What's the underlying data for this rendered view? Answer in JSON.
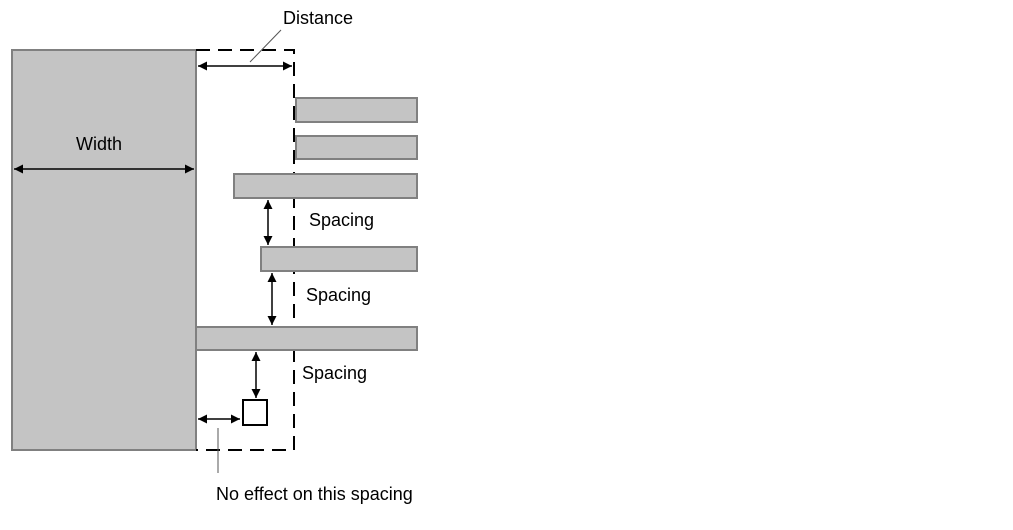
{
  "labels": {
    "distance": "Distance",
    "width": "Width",
    "spacing_1": "Spacing",
    "spacing_2": "Spacing",
    "spacing_3": "Spacing",
    "no_effect": "No effect on this spacing"
  },
  "colors": {
    "fill": "#c4c4c4",
    "stroke": "#808080"
  }
}
